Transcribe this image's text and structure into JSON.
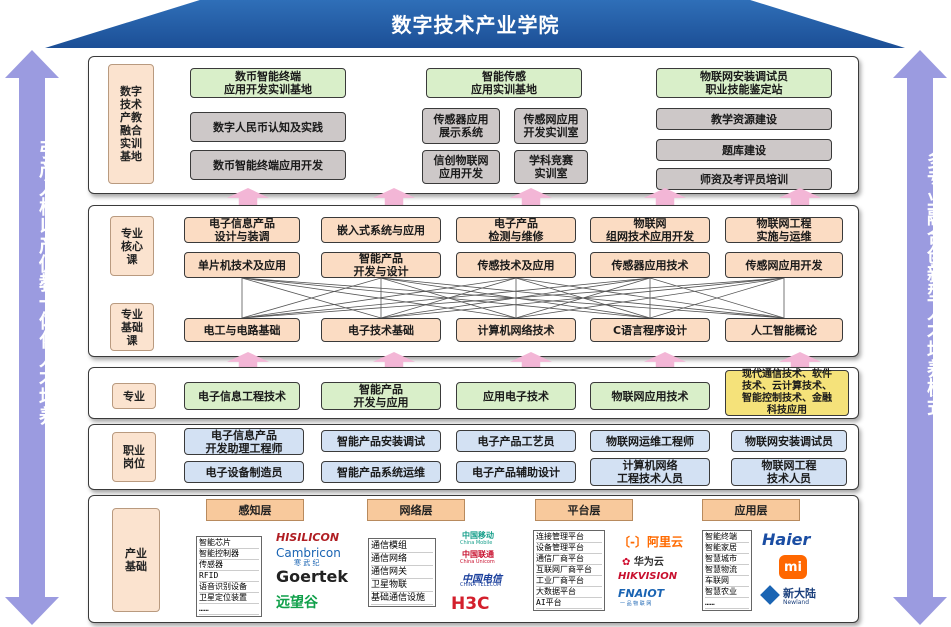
{
  "title": "数字技术产业学院",
  "left_side": "引产入校以产促教一体化人才培养",
  "right_side": "多专业融合创新型人才培养模式",
  "top_section": {
    "label": "数字\n技术\n产教\n融合\n实训\n基地",
    "col1": {
      "header": "数币智能终端\n应用开发实训基地",
      "items": [
        "数字人民币认知及实践",
        "数币智能终端应用开发"
      ]
    },
    "col2": {
      "header": "智能传感\n应用实训基地",
      "items": [
        "传感器应用\n展示系统",
        "传感网应用\n开发实训室",
        "信创物联网\n应用开发",
        "学科竞赛\n实训室"
      ]
    },
    "col3": {
      "header": "物联网安装调试员\n职业技能鉴定站",
      "items": [
        "教学资源建设",
        "题库建设",
        "师资及考评员培训"
      ]
    }
  },
  "core_label": "专业\n核心\n课",
  "core_row1": [
    "电子信息产品\n设计与装调",
    "嵌入式系统与应用",
    "电子产品\n检测与维修",
    "物联网\n组网技术应用开发",
    "物联网工程\n实施与运维"
  ],
  "core_row2": [
    "单片机技术及应用",
    "智能产品\n开发与设计",
    "传感技术及应用",
    "传感器应用技术",
    "传感网应用开发"
  ],
  "basic_label": "专业\n基础\n课",
  "basic_row": [
    "电工与电路基础",
    "电子技术基础",
    "计算机网络技术",
    "C语言程序设计",
    "人工智能概论"
  ],
  "major_label": "专业",
  "majors": [
    "电子信息工程技术",
    "智能产品\n开发与应用",
    "应用电子技术",
    "物联网应用技术",
    "现代通信技术、软件\n技术、云计算技术、\n智能控制技术、金融\n科技应用"
  ],
  "job_label": "职业\n岗位",
  "jobs_row1": [
    "电子信息产品\n开发助理工程师",
    "智能产品安装调试",
    "电子产品工艺员",
    "物联网运维工程师",
    "物联网安装调试员"
  ],
  "jobs_row2": [
    "电子设备制造员",
    "智能产品系统运维",
    "电子产品辅助设计",
    "计算机网络\n工程技术人员",
    "物联网工程\n技术人员"
  ],
  "industry_label": "产业\n基础",
  "layers": [
    "感知层",
    "网络层",
    "平台层",
    "应用层"
  ],
  "perception_list": [
    "智能芯片",
    "智能控制器",
    "传感器",
    "RFID",
    "语音识别设备",
    "卫星定位装置",
    "……"
  ],
  "perception_logos": [
    "HISILICON",
    "Cambricon",
    "Goertek",
    "远望谷"
  ],
  "perception_logo_sub": [
    "",
    "寒 武 纪",
    "",
    ""
  ],
  "network_list": [
    "通信模组",
    "通信网络",
    "通信网关",
    "卫星物联",
    "基础通信设施"
  ],
  "network_logos": [
    "中国移动",
    "中国联通",
    "中国电信",
    "H3C"
  ],
  "network_logo_sub": [
    "China Mobile",
    "China Unicom",
    "CHINA TELECOM",
    ""
  ],
  "platform_list": [
    "连接管理平台",
    "设备管理平台",
    "通信厂商平台",
    "互联网厂商平台",
    "工业厂商平台",
    "大数据平台",
    "AI平台"
  ],
  "platform_logos": [
    "阿里云",
    "华为云",
    "HIKVISION",
    "FNAIOT"
  ],
  "platform_logo_sub": [
    "",
    "",
    "",
    "一 品 物 联 网"
  ],
  "app_list": [
    "智能终端",
    "智能家居",
    "智慧城市",
    "智慧物流",
    "车联网",
    "智慧农业",
    "……"
  ],
  "app_logos": [
    "Haier",
    "mi",
    "新大陆"
  ],
  "app_logo_sub": [
    "",
    "",
    "Newland"
  ],
  "colors": {
    "title_blue": "#1c4f96",
    "side_arrow": "#9b9be0",
    "green": "#d9efc9",
    "gray": "#cdc8c8",
    "orange": "#fbdcc3",
    "blue": "#d3e1f3",
    "yellow": "#f5e27a",
    "arrow_pink": "#f3b6d6"
  }
}
